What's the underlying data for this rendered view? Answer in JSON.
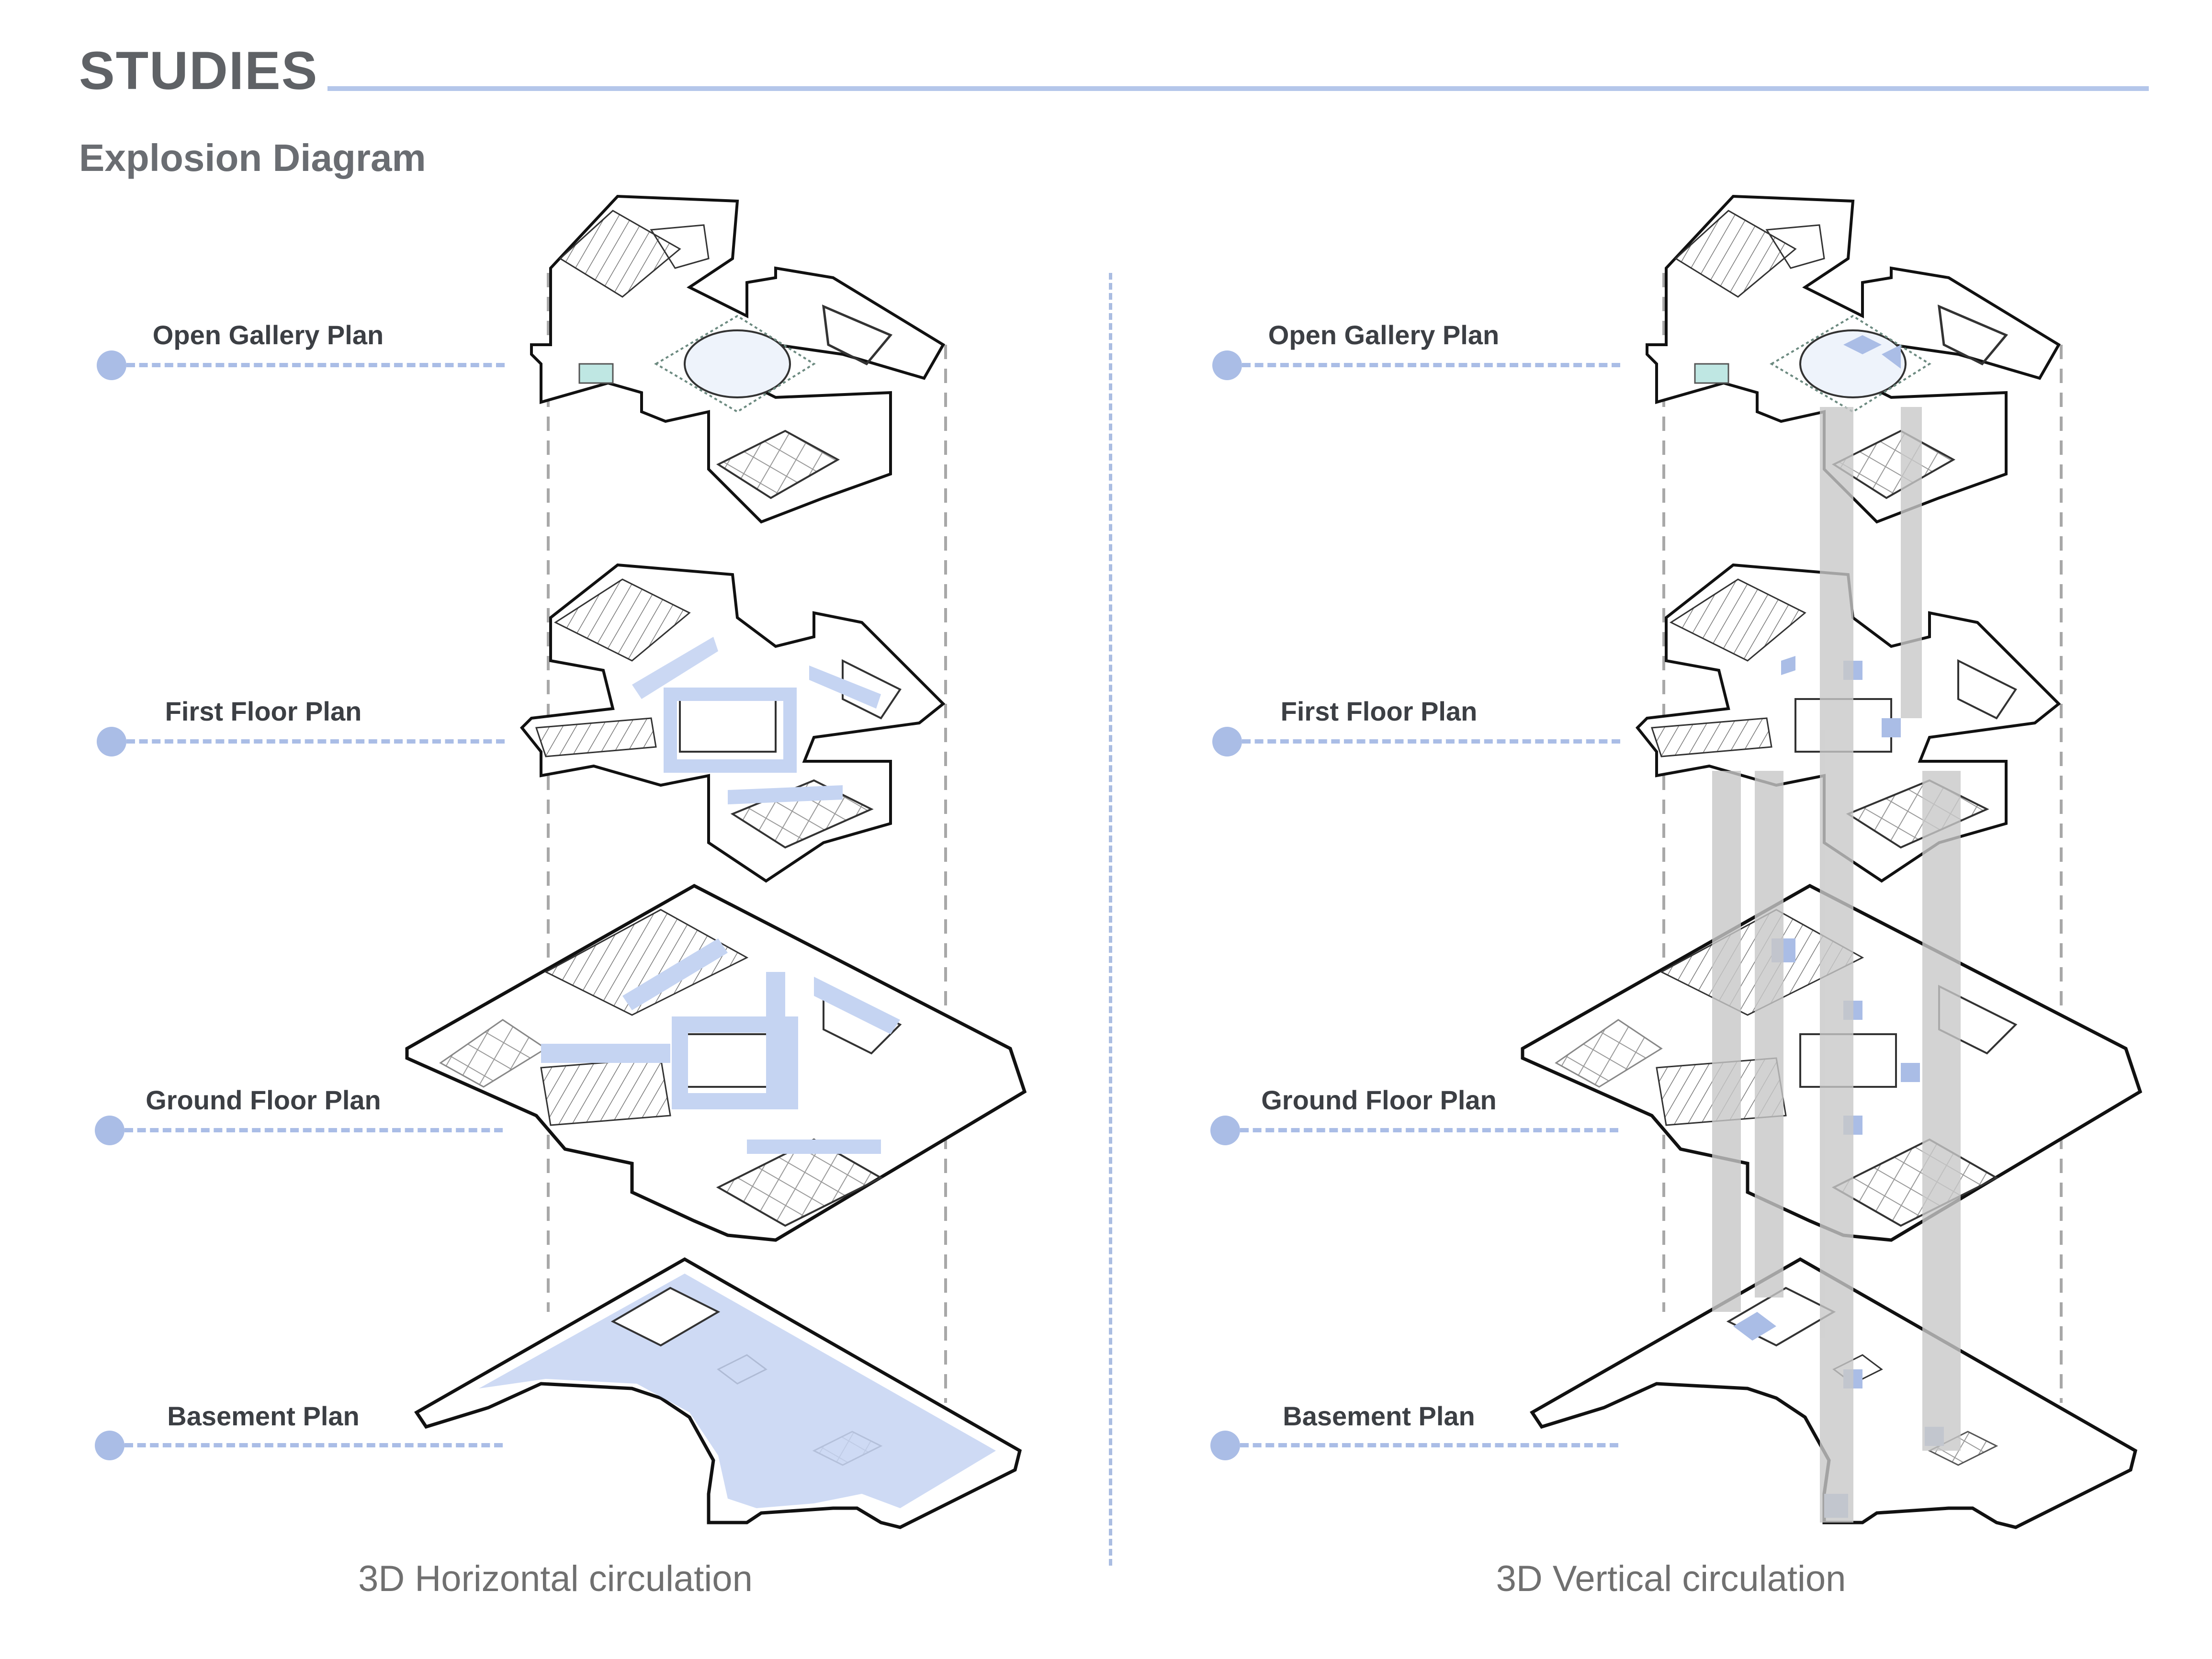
{
  "header": {
    "title": "STUDIES",
    "subtitle": "Explosion Diagram"
  },
  "panels": [
    {
      "caption": "3D Horizontal circulation",
      "floors": [
        {
          "label": "Open Gallery Plan"
        },
        {
          "label": "First Floor Plan"
        },
        {
          "label": "Ground Floor Plan"
        },
        {
          "label": "Basement Plan"
        }
      ]
    },
    {
      "caption": "3D Vertical circulation",
      "floors": [
        {
          "label": "Open Gallery Plan"
        },
        {
          "label": "First Floor Plan"
        },
        {
          "label": "Ground Floor Plan"
        },
        {
          "label": "Basement Plan"
        }
      ]
    }
  ],
  "colors": {
    "accent": "#aabde6",
    "circulation_blue": "#c5d4f2",
    "vertical_core_gray": "#c8c8c8",
    "outline": "#1a1a1a"
  }
}
